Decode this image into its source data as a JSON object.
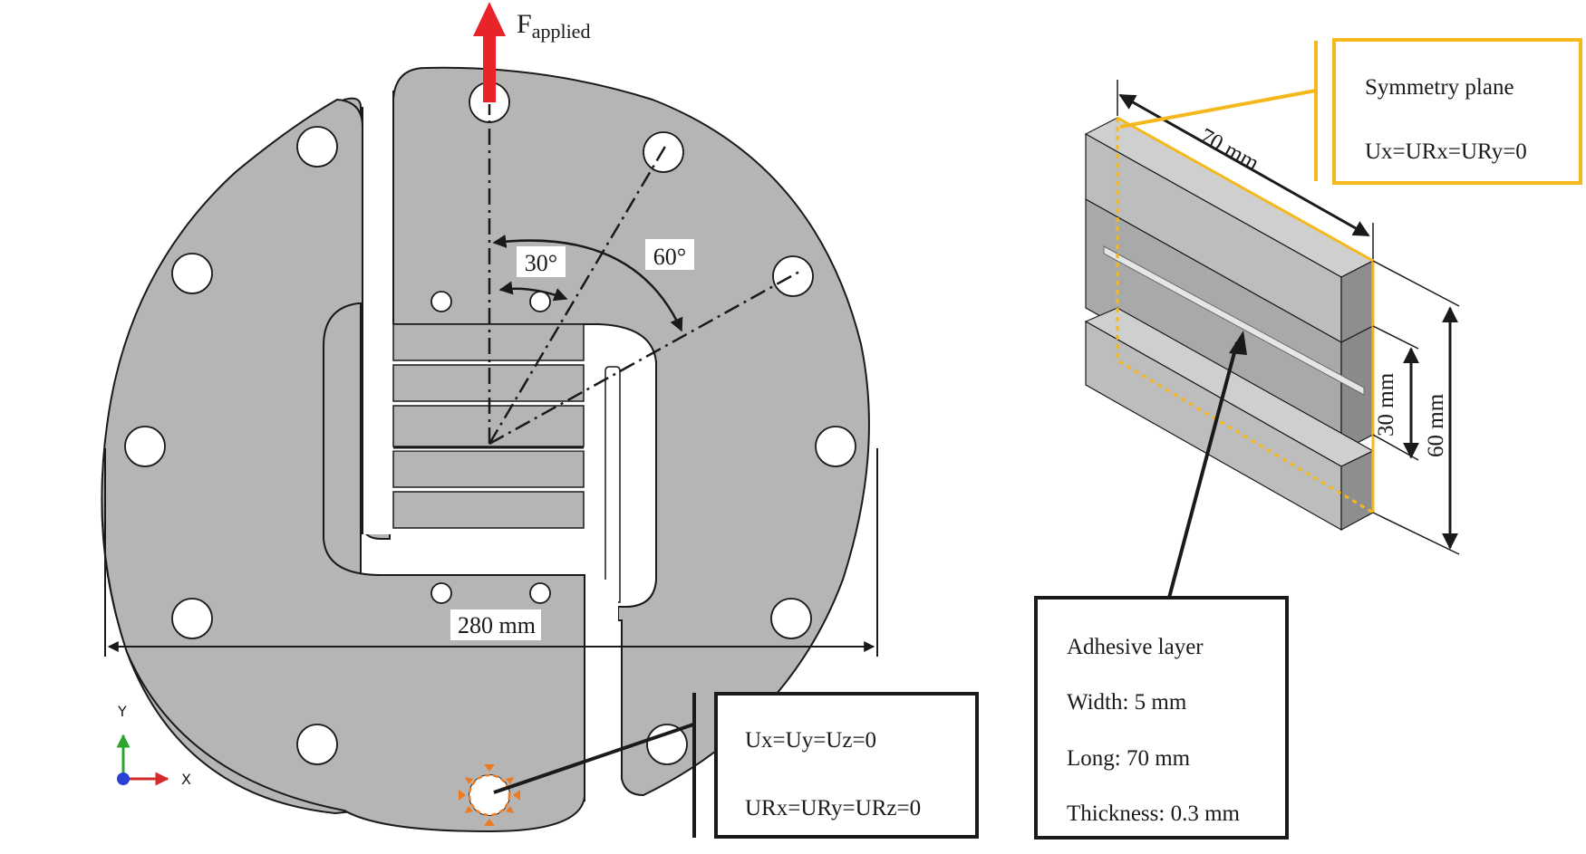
{
  "colors": {
    "plate_fill": "#b5b5b5",
    "outline": "#1a1a1a",
    "force_arrow": "#e8232a",
    "callout_yellow": "#f5b81c",
    "axis_y": "#2aa52a",
    "axis_x": "#d42a2a",
    "axis_z": "#2a3fd4",
    "constraint_marker": "#f07a1e"
  },
  "labels": {
    "force_main": "F",
    "force_sub": "applied",
    "angle_30": "30°",
    "angle_60": "60°",
    "dim_280": "280 mm",
    "dim_70": "70 mm",
    "dim_30": "30 mm",
    "dim_60": "60 mm",
    "axis_y": "Y",
    "axis_x": "X"
  },
  "boundary_box": {
    "line1": "Ux=Uy=Uz=0",
    "line2": "URx=URy=URz=0"
  },
  "symmetry_box": {
    "line1": "Symmetry plane",
    "line2": "Ux=URx=URy=0"
  },
  "adhesive_box": {
    "line1": "Adhesive layer",
    "line2": "Width: 5 mm",
    "line3": "Long: 70 mm",
    "line4": "Thickness: 0.3 mm"
  }
}
